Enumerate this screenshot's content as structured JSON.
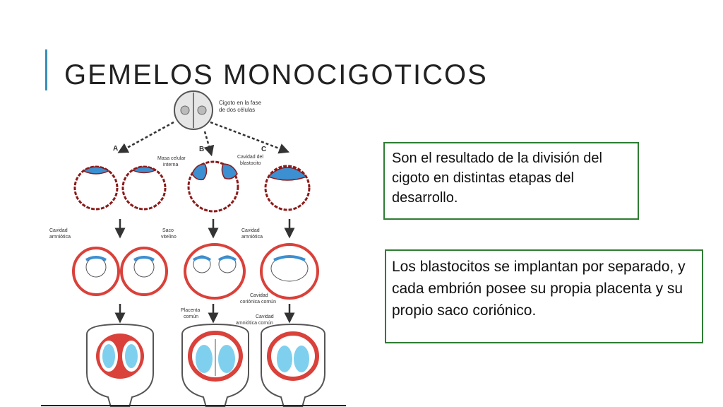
{
  "slide": {
    "title": "GEMELOS MONOCIGOTICOS",
    "box1_text": "Son el resultado de la división del cigoto en distintas etapas del desarrollo.",
    "box2_text": "Los blastocitos se implantan por separado, y cada embrión posee su propia placenta y su propio saco coriónico.",
    "accent_color": "#3a8fb7",
    "box_border_color": "#2e7d32"
  },
  "diagram": {
    "zygote_label_1": "Cigoto en la fase",
    "zygote_label_2": "de dos células",
    "col_a": "A",
    "col_b": "B",
    "col_c": "C",
    "masa_1": "Masa celular",
    "masa_2": "interna",
    "cavidad_blasto_1": "Cavidad del",
    "cavidad_blasto_2": "blastocito",
    "cavidad_amnio_1": "Cavidad",
    "cavidad_amnio_2": "amniótica",
    "saco_1": "Saco",
    "saco_2": "vitelino",
    "cavidad_amnio_c1": "Cavidad",
    "cavidad_amnio_c2": "amniótica",
    "corion_1": "Cavidad",
    "corion_2": "coriónica común",
    "placenta_1": "Placenta",
    "placenta_2": "común",
    "amnio_comun_1": "Cavidad",
    "amnio_comun_2": "amniótica común"
  }
}
